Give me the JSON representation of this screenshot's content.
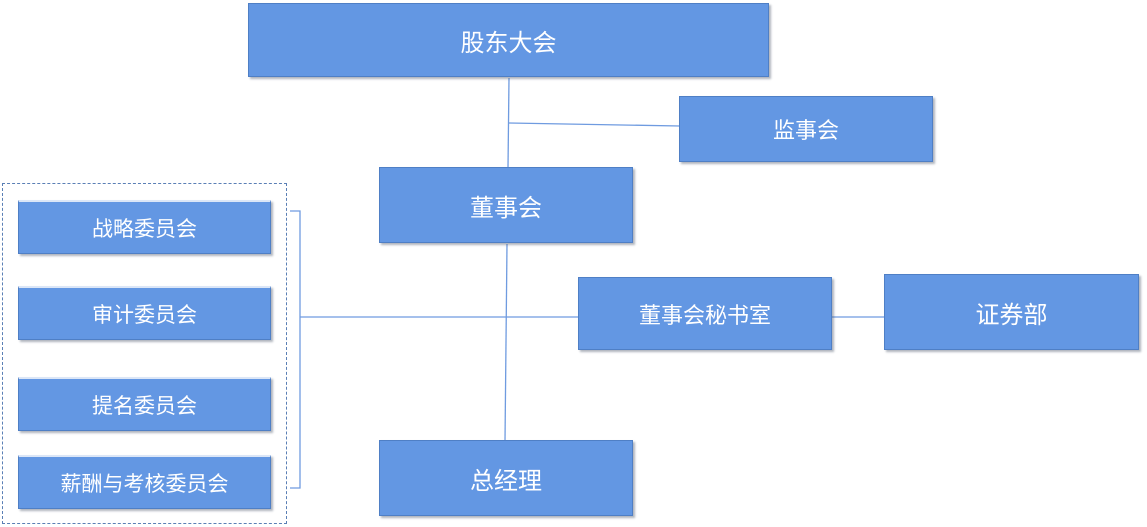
{
  "org_chart": {
    "shareholders_meeting": "股东大会",
    "supervisory_board": "监事会",
    "board_of_directors": "董事会",
    "board_secretary_office": "董事会秘书室",
    "securities_department": "证券部",
    "general_manager": "总经理",
    "committees": [
      "战略委员会",
      "审计委员会",
      "提名委员会",
      "薪酬与考核委员会"
    ]
  },
  "colors": {
    "box_fill": "#6397e3",
    "connector": "#6f9be0",
    "group_border": "#5a7fb5"
  }
}
